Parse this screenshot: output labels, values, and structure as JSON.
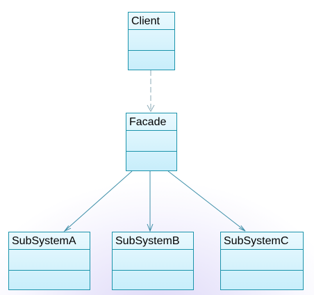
{
  "diagram": {
    "classes": {
      "client": {
        "name": "Client"
      },
      "facade": {
        "name": "Facade"
      },
      "subsystem_a": {
        "name": "SubSystemA"
      },
      "subsystem_b": {
        "name": "SubSystemB"
      },
      "subsystem_c": {
        "name": "SubSystemC"
      }
    },
    "relations": [
      {
        "from": "Client",
        "to": "Facade",
        "kind": "dependency"
      },
      {
        "from": "Facade",
        "to": "SubSystemA",
        "kind": "association"
      },
      {
        "from": "Facade",
        "to": "SubSystemB",
        "kind": "association"
      },
      {
        "from": "Facade",
        "to": "SubSystemC",
        "kind": "association"
      }
    ],
    "colors": {
      "border": "#1b93ab",
      "fill_top": "#eaf9fe",
      "fill_bottom": "#c8eefb",
      "connector": "#3d8ea8",
      "dependency": "#8aaab6"
    }
  }
}
